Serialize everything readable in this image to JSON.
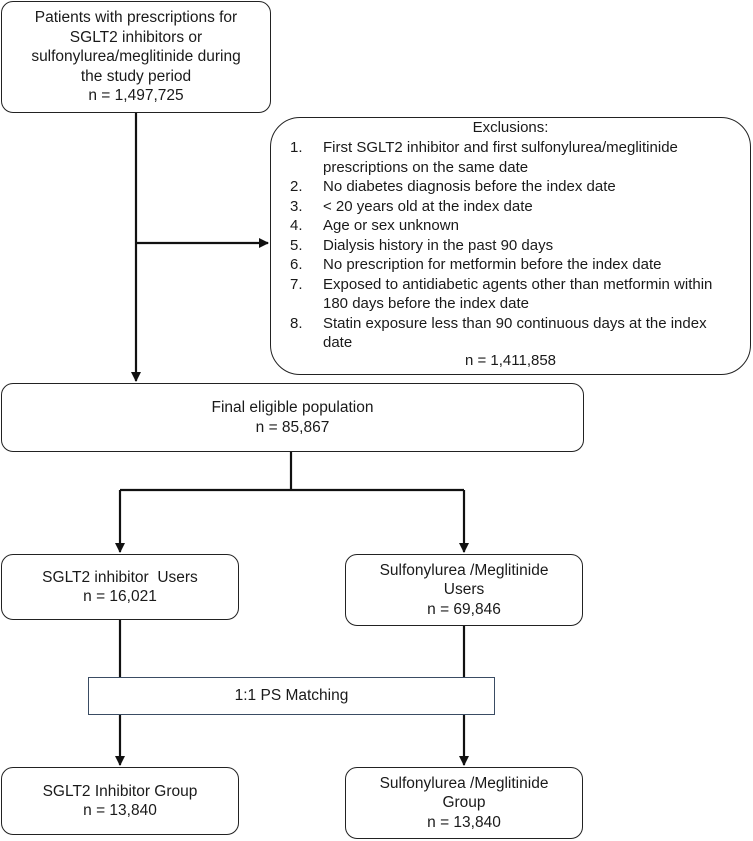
{
  "boxes": {
    "patients": {
      "lines": [
        "Patients with prescriptions for",
        "SGLT2 inhibitors or",
        "sulfonylurea/meglitinide during",
        "the study period"
      ],
      "count": "n = 1,497,725"
    },
    "exclusions": {
      "title": "Exclusions:",
      "items": [
        {
          "num": "1.",
          "text": "First SGLT2 inhibitor and first sulfonylurea/meglitinide prescriptions on the same date"
        },
        {
          "num": "2.",
          "text": "No diabetes diagnosis before the index date"
        },
        {
          "num": "3.",
          "text": "< 20 years old at the index date"
        },
        {
          "num": "4.",
          "text": "Age or sex unknown"
        },
        {
          "num": "5.",
          "text": "Dialysis history in the past 90 days"
        },
        {
          "num": "6.",
          "text": "No prescription for metformin before the index date"
        },
        {
          "num": "7.",
          "text": "Exposed to antidiabetic agents other than metformin within 180 days before the index date"
        },
        {
          "num": "8.",
          "text": "Statin exposure less than 90 continuous days at the index date"
        }
      ],
      "count": "n = 1,411,858"
    },
    "final": {
      "label": "Final eligible population",
      "count": "n = 85,867"
    },
    "sglt2_users": {
      "label": "SGLT2 inhibitor  Users",
      "count": "n = 16,021"
    },
    "sulf_users": {
      "lines": [
        "Sulfonylurea /Meglitinide",
        "Users"
      ],
      "count": "n = 69,846"
    },
    "matching": {
      "label": "1:1 PS Matching"
    },
    "sglt2_group": {
      "label": "SGLT2 Inhibitor Group",
      "count": "n = 13,840"
    },
    "sulf_group": {
      "lines": [
        "Sulfonylurea /Meglitinide",
        "Group"
      ],
      "count": "n = 13,840"
    }
  }
}
